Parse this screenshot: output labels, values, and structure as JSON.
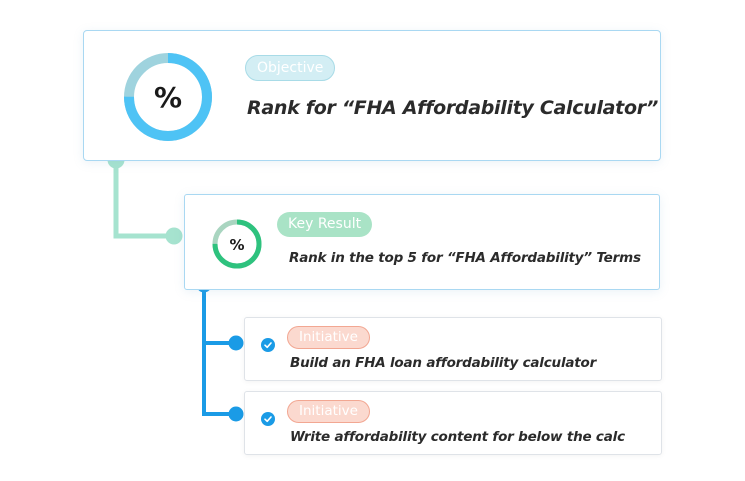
{
  "objective": {
    "badge": "Objective",
    "title": "Rank for “FHA Affordability Calculator”",
    "symbol": "%",
    "progress": 0.75,
    "ring_color": "#4ec3f5",
    "ring_track_color": "#9fd3de"
  },
  "key_result": {
    "badge": "Key Result",
    "title": "Rank in the top 5 for “FHA Affordability” Terms",
    "symbol": "%",
    "progress": 0.75,
    "ring_color": "#2ec27e",
    "ring_track_color": "#a9d5c0"
  },
  "initiatives": [
    {
      "badge": "Initiative",
      "title": "Build an FHA loan affordability calculator",
      "status_icon": "check-circle-icon"
    },
    {
      "badge": "Initiative",
      "title": "Write affordability content for below the calc",
      "status_icon": "check-circle-icon"
    }
  ],
  "colors": {
    "objective_connector": "#a6e3cf",
    "initiative_connector": "#1a9be6",
    "check_fill": "#1a9be6"
  }
}
